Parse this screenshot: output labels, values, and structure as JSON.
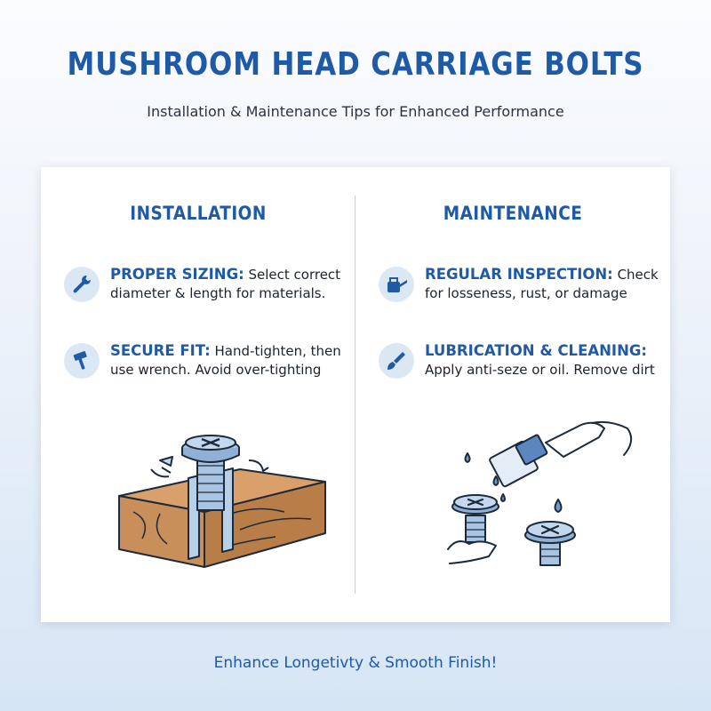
{
  "header": {
    "title": "MUSHROOM HEAD CARRIAGE BOLTS",
    "subtitle": "Installation & Maintenance Tips for Enhanced Performance"
  },
  "installation": {
    "heading": "INSTALLATION",
    "tips": [
      {
        "label": "PROPER SIZING:",
        "text": "Select correct diameter & length for materials.",
        "icon": "wrench-icon"
      },
      {
        "label": "SECURE FIT:",
        "text": "Hand-tighten, then use wrench. Avoid over-tighting",
        "icon": "hammer-icon"
      }
    ]
  },
  "maintenance": {
    "heading": "MAINTENANCE",
    "tips": [
      {
        "label": "REGULAR INSPECTION:",
        "text": "Check for losseness, rust, or damage",
        "icon": "oil-can-icon"
      },
      {
        "label": "LUBRICATION & CLEANING:",
        "text": "Apply anti-seze or oil. Remove dirt",
        "icon": "brush-icon"
      }
    ]
  },
  "footer": {
    "tagline": "Enhance Longetivty & Smooth Finish!"
  },
  "colors": {
    "accent": "#1f5aa6",
    "icon_bg": "#dce7f4",
    "bolt": "#a9c4e2",
    "wood": "#c98f5a"
  }
}
